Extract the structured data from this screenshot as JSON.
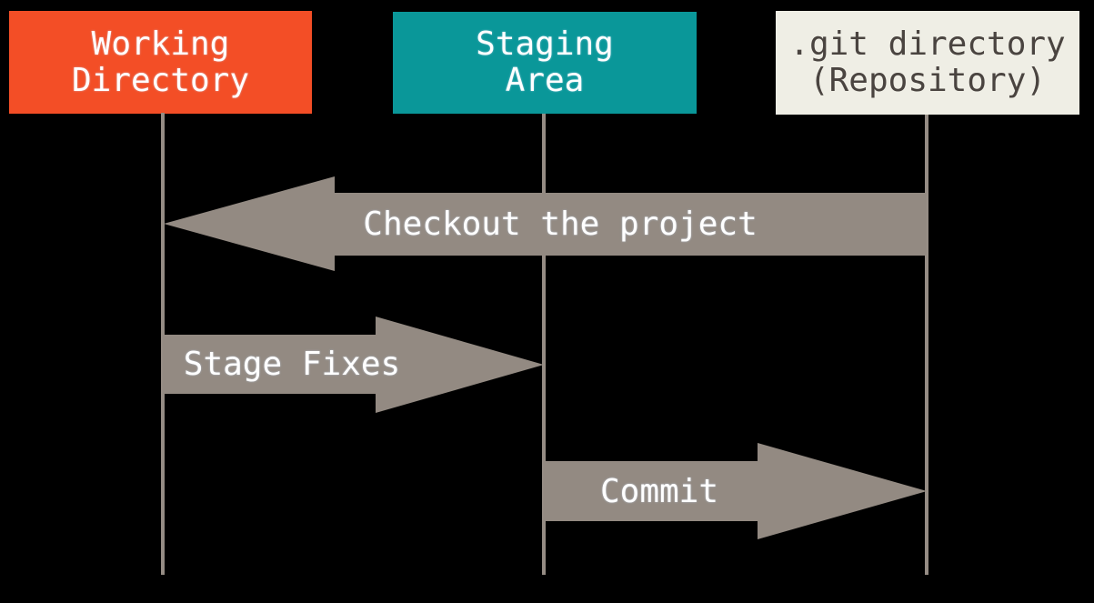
{
  "diagram": {
    "background_color": "#000000",
    "lifeline_color": "#958c84",
    "arrow_color": "#938a82",
    "nodes": [
      {
        "id": "working-directory",
        "line1": "Working",
        "line2": "Directory",
        "bg": "#f34e26",
        "text_color": "#ffffff"
      },
      {
        "id": "staging-area",
        "line1": "Staging",
        "line2": "Area",
        "bg": "#0a9799",
        "text_color": "#ffffff"
      },
      {
        "id": "git-directory",
        "line1": ".git directory",
        "line2": "(Repository)",
        "bg": "#efeee5",
        "text_color": "#4a4440"
      }
    ],
    "arrows": [
      {
        "id": "checkout",
        "label": "Checkout the project",
        "direction": "left",
        "from": "git-directory",
        "to": "working-directory"
      },
      {
        "id": "stage-fixes",
        "label": "Stage Fixes",
        "direction": "right",
        "from": "working-directory",
        "to": "staging-area"
      },
      {
        "id": "commit",
        "label": "Commit",
        "direction": "right",
        "from": "staging-area",
        "to": "git-directory"
      }
    ]
  }
}
